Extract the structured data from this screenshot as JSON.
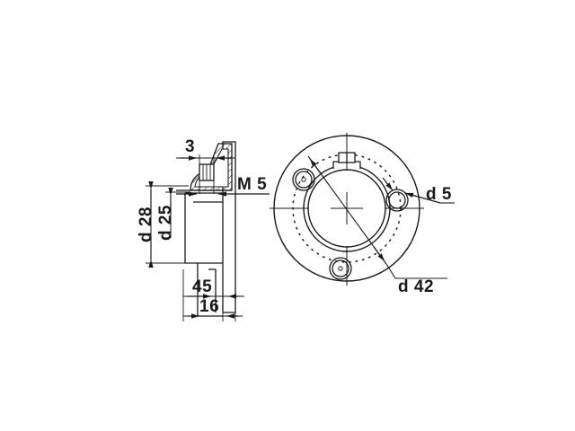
{
  "drawing": {
    "title": "Flange bearing housing technical drawing",
    "background_color": "#ffffff",
    "line_color": "#1a1a1a",
    "views": {
      "section_view": {
        "name": "sectional side view",
        "position": "left"
      },
      "front_view": {
        "name": "circular front view",
        "position": "right"
      }
    },
    "dimensions": {
      "top_width": "3",
      "outer_diameter_side": "d 28",
      "inner_diameter_side": "d 25",
      "thread": "M 5",
      "upper_length": "45",
      "lower_length": "16",
      "bolt_hole_diameter": "d 5",
      "bolt_circle_diameter": "d 42"
    }
  }
}
